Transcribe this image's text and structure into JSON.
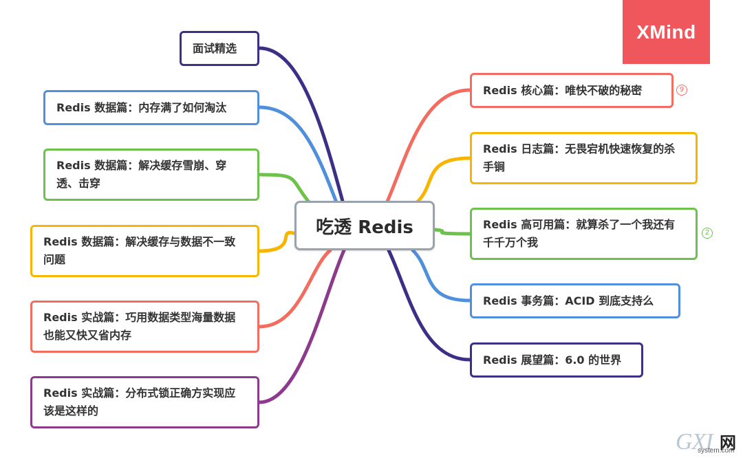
{
  "branding": {
    "logo_text": "XMind",
    "logo_color": "#f0575d"
  },
  "center": {
    "label": "吃透 Redis"
  },
  "left_topics": [
    {
      "label": "面试精选",
      "color": "#3f2e86"
    },
    {
      "label": "Redis 数据篇：内存满了如何淘汰",
      "color": "#4f8fdb"
    },
    {
      "label": "Redis 数据篇：解决缓存雪崩、穿透、击穿",
      "color": "#6cc24a"
    },
    {
      "label": "Redis 数据篇：解决缓存与数据不一致问题",
      "color": "#f7b500"
    },
    {
      "label": "Redis 实战篇：巧用数据类型海量数据也能又快又省内存",
      "color": "#f26c5f"
    },
    {
      "label": "Redis 实战篇：分布式锁正确方实现应该是这样的",
      "color": "#8e3a8c"
    }
  ],
  "right_topics": [
    {
      "label": "Redis 核心篇：唯快不破的秘密",
      "color": "#f26c5f",
      "badge": "9"
    },
    {
      "label": "Redis 日志篇：无畏宕机快速恢复的杀手锏",
      "color": "#f7b500"
    },
    {
      "label": "Redis 高可用篇：就算杀了一个我还有千千万个我",
      "color": "#6cc24a",
      "badge": "2"
    },
    {
      "label": "Redis 事务篇：ACID 到底支持么",
      "color": "#4f8fdb"
    },
    {
      "label": "Redis 展望篇：6.0 的世界",
      "color": "#3f2e86"
    }
  ],
  "watermark": {
    "text": "GXI",
    "wang": "网",
    "site": "system.com"
  }
}
